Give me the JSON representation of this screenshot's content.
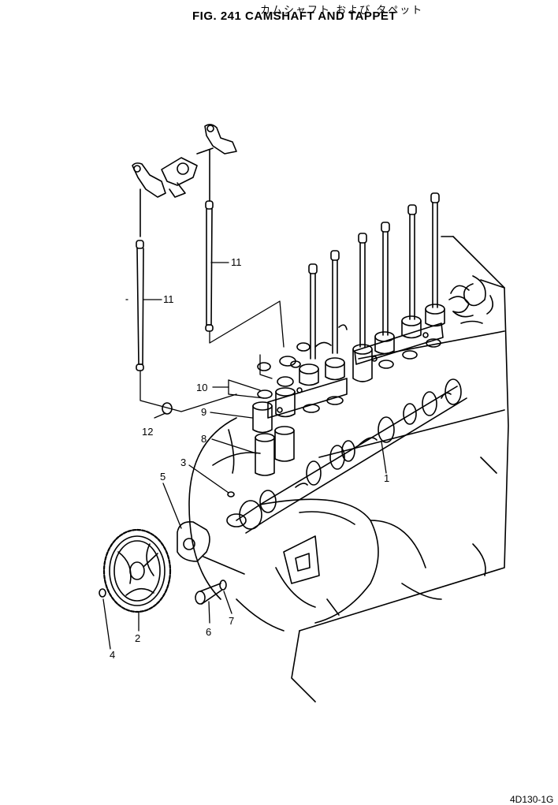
{
  "title_japanese": "カムシャフト および タペット",
  "title": "FIG. 241  CAMSHAFT  AND  TAPPET",
  "drawing_code": "4D130-1G",
  "callouts": [
    "1",
    "2",
    "3",
    "4",
    "5",
    "6",
    "7",
    "8",
    "9",
    "10",
    "11",
    "11",
    "12"
  ]
}
